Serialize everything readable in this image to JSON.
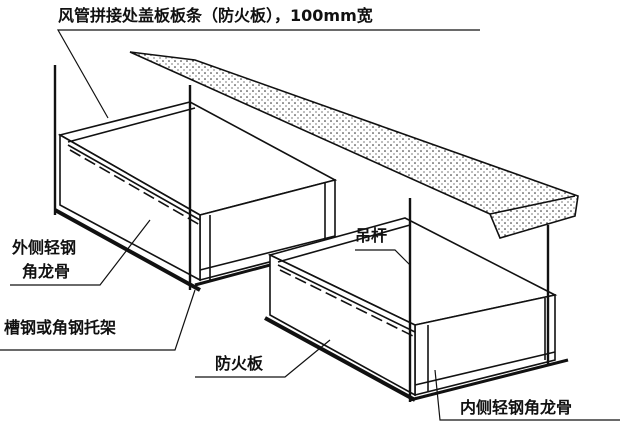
{
  "labels": {
    "cover_strip": "风管拼接处盖板板条（防火板），100mm宽",
    "outer_angle_line1": "外侧轻钢",
    "outer_angle_line2": "角龙骨",
    "bracket": "槽钢或角钢托架",
    "hanger_rod": "吊杆",
    "fireproof_board": "防火板",
    "inner_angle": "内侧轻钢角龙骨"
  },
  "colors": {
    "ink": "#111111",
    "background": "#ffffff"
  }
}
